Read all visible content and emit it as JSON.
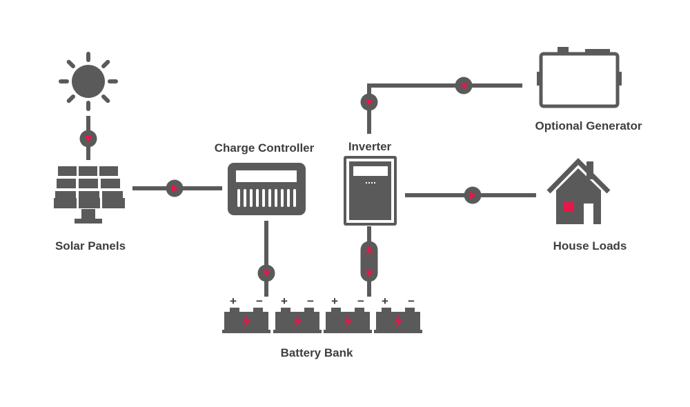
{
  "labels": {
    "solar_panels": "Solar Panels",
    "charge_controller": "Charge Controller",
    "inverter": "Inverter",
    "optional_generator": "Optional Generator",
    "house_loads": "House Loads",
    "battery_bank": "Battery Bank"
  },
  "battery_terminals": {
    "positive": "+",
    "negative": "−"
  },
  "colors": {
    "component": "#5a5a5a",
    "accent": "#e8174a",
    "label": "#3e3e3e",
    "background": "#ffffff"
  },
  "icons": [
    "sun-icon",
    "solar-panel-icon",
    "charge-controller-icon",
    "inverter-icon",
    "generator-icon",
    "house-icon",
    "battery-icon",
    "bolt-icon",
    "flow-arrow-icon"
  ]
}
